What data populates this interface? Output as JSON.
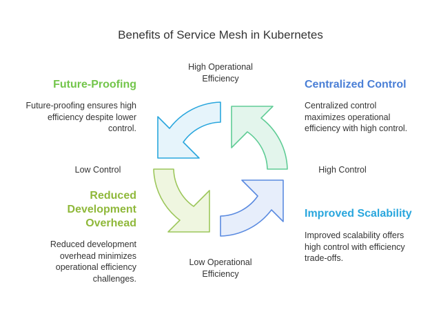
{
  "title": "Benefits of Service Mesh in Kubernetes",
  "axes": {
    "top": [
      "High Operational",
      "Efficiency"
    ],
    "bottom": [
      "Low Operational",
      "Efficiency"
    ],
    "left": "Low Control",
    "right": "High Control"
  },
  "quadrants": {
    "top_left": {
      "heading": [
        "Future-Proofing"
      ],
      "description": [
        "Future-proofing ensures high",
        "efficiency despite lower",
        "control."
      ],
      "color": "#72c54a",
      "fill": "#e6f4fb",
      "stroke": "#29a6dd"
    },
    "top_right": {
      "heading": [
        "Centralized Control"
      ],
      "description": [
        "Centralized control",
        "maximizes operational",
        "efficiency with high control."
      ],
      "color": "#4a7fd6",
      "fill": "#e3f5ec",
      "stroke": "#5fcc95"
    },
    "bottom_right": {
      "heading": [
        "Improved Scalability"
      ],
      "description": [
        "Improved scalability offers",
        "high control with efficiency",
        "trade-offs."
      ],
      "color": "#29a6dd",
      "fill": "#e7eefb",
      "stroke": "#5a8ae0"
    },
    "bottom_left": {
      "heading": [
        "Reduced",
        "Development",
        "Overhead"
      ],
      "description": [
        "Reduced development",
        "overhead minimizes",
        "operational efficiency",
        "challenges."
      ],
      "color": "#8fb83a",
      "fill": "#eff6e0",
      "stroke": "#9cc65a"
    }
  }
}
